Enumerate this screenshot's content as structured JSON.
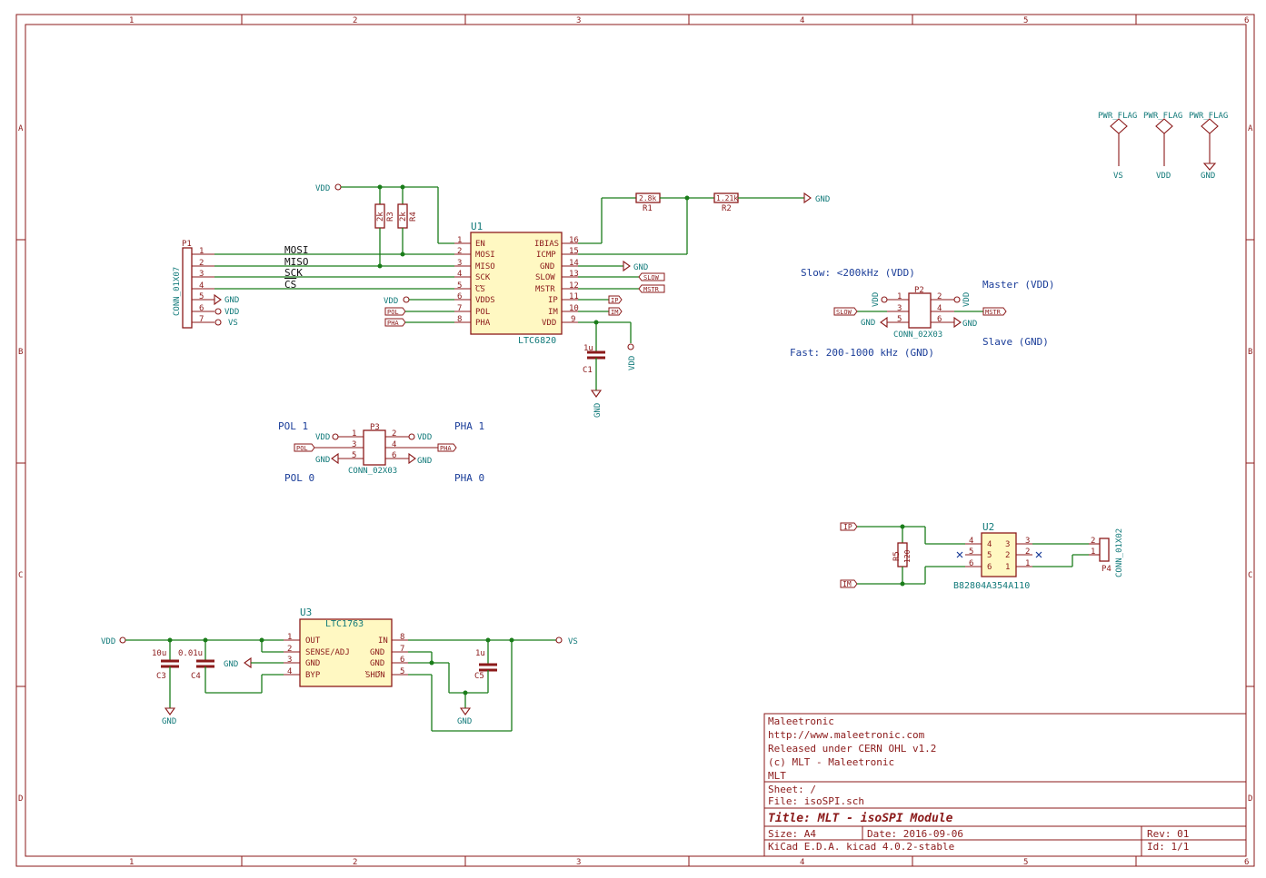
{
  "frame": {
    "columns": [
      "1",
      "2",
      "3",
      "4",
      "5",
      "6"
    ],
    "rows": [
      "A",
      "B",
      "C",
      "D"
    ]
  },
  "title_block": {
    "company": "Maleetronic",
    "url": "http://www.maleetronic.com",
    "license": "Released under CERN OHL v1.2",
    "copyright": "(c) MLT - Maleetronic",
    "short": "MLT",
    "sheet": "Sheet: /",
    "file": "File: isoSPI.sch",
    "title": "Title: MLT - isoSPI Module",
    "size": "Size: A4",
    "date": "Date: 2016-09-06",
    "rev": "Rev: 01",
    "tool": "KiCad E.D.A.  kicad 4.0.2-stable",
    "id": "Id: 1/1"
  },
  "components": {
    "u1": {
      "ref": "U1",
      "value": "LTC6820",
      "left_pins": [
        {
          "num": "1",
          "name": "EN"
        },
        {
          "num": "2",
          "name": "MOSI"
        },
        {
          "num": "3",
          "name": "MISO"
        },
        {
          "num": "4",
          "name": "SCK"
        },
        {
          "num": "5",
          "name": "CS"
        },
        {
          "num": "6",
          "name": "VDDS"
        },
        {
          "num": "7",
          "name": "POL"
        },
        {
          "num": "8",
          "name": "PHA"
        }
      ],
      "right_pins": [
        {
          "num": "16",
          "name": "IBIAS"
        },
        {
          "num": "15",
          "name": "ICMP"
        },
        {
          "num": "14",
          "name": "GND"
        },
        {
          "num": "13",
          "name": "SLOW"
        },
        {
          "num": "12",
          "name": "MSTR"
        },
        {
          "num": "11",
          "name": "IP"
        },
        {
          "num": "10",
          "name": "IM"
        },
        {
          "num": "9",
          "name": "VDD"
        }
      ]
    },
    "u2": {
      "ref": "U2",
      "value": "B82804A354A110",
      "left_pins": [
        "4",
        "5",
        "6"
      ],
      "right_pins": [
        "3",
        "2",
        "1"
      ]
    },
    "u3": {
      "ref": "U3",
      "value": "LTC1763",
      "left_pins": [
        {
          "num": "1",
          "name": "OUT"
        },
        {
          "num": "2",
          "name": "SENSE/ADJ"
        },
        {
          "num": "3",
          "name": "GND"
        },
        {
          "num": "4",
          "name": "BYP"
        }
      ],
      "right_pins": [
        {
          "num": "8",
          "name": "IN"
        },
        {
          "num": "7",
          "name": "GND"
        },
        {
          "num": "6",
          "name": "GND"
        },
        {
          "num": "5",
          "name": "SHDN"
        }
      ]
    },
    "p1": {
      "ref": "P1",
      "value": "CONN_01X07",
      "pins": [
        "1",
        "2",
        "3",
        "4",
        "5",
        "6",
        "7"
      ]
    },
    "p2": {
      "ref": "P2",
      "value": "CONN_02X03",
      "left": [
        "1",
        "3",
        "5"
      ],
      "right": [
        "2",
        "4",
        "6"
      ]
    },
    "p3": {
      "ref": "P3",
      "value": "CONN_02X03",
      "left": [
        "1",
        "3",
        "5"
      ],
      "right": [
        "2",
        "4",
        "6"
      ]
    },
    "p4": {
      "ref": "P4",
      "value": "CONN_01X02",
      "pins": [
        "2",
        "1"
      ]
    },
    "r1": {
      "ref": "R1",
      "value": "2.8k"
    },
    "r2": {
      "ref": "R2",
      "value": "1.21k"
    },
    "r3": {
      "ref": "R3",
      "value": "2k"
    },
    "r4": {
      "ref": "R4",
      "value": "2k"
    },
    "r5": {
      "ref": "R5",
      "value": "120"
    },
    "c1": {
      "ref": "C1",
      "value": "1u"
    },
    "c3": {
      "ref": "C3",
      "value": "10u"
    },
    "c4": {
      "ref": "C4",
      "value": "0.01u"
    },
    "c5": {
      "ref": "C5",
      "value": "1u"
    }
  },
  "nets": {
    "mosi": "MOSI",
    "miso": "MISO",
    "sck": "SCK",
    "cs": "CS",
    "vdd": "VDD",
    "gnd": "GND",
    "vs": "VS",
    "pwr_flag": "PWR_FLAG",
    "slow": "SLOW",
    "mstr": "MSTR",
    "ip": "IP",
    "im": "IM",
    "pol": "POL",
    "pha": "PHA"
  },
  "notes": {
    "slow": "Slow: <200kHz (VDD)",
    "fast": "Fast: 200-1000 kHz (GND)",
    "master": "Master (VDD)",
    "slave": "Slave (GND)",
    "pol1": "POL 1",
    "pol0": "POL 0",
    "pha1": "PHA 1",
    "pha0": "PHA 0"
  },
  "colors": {
    "frame": "#8b1a1a",
    "wire": "#1a7d1a",
    "body": "#fff8c2",
    "text": "#1a3d99",
    "net": "#127a7a"
  }
}
